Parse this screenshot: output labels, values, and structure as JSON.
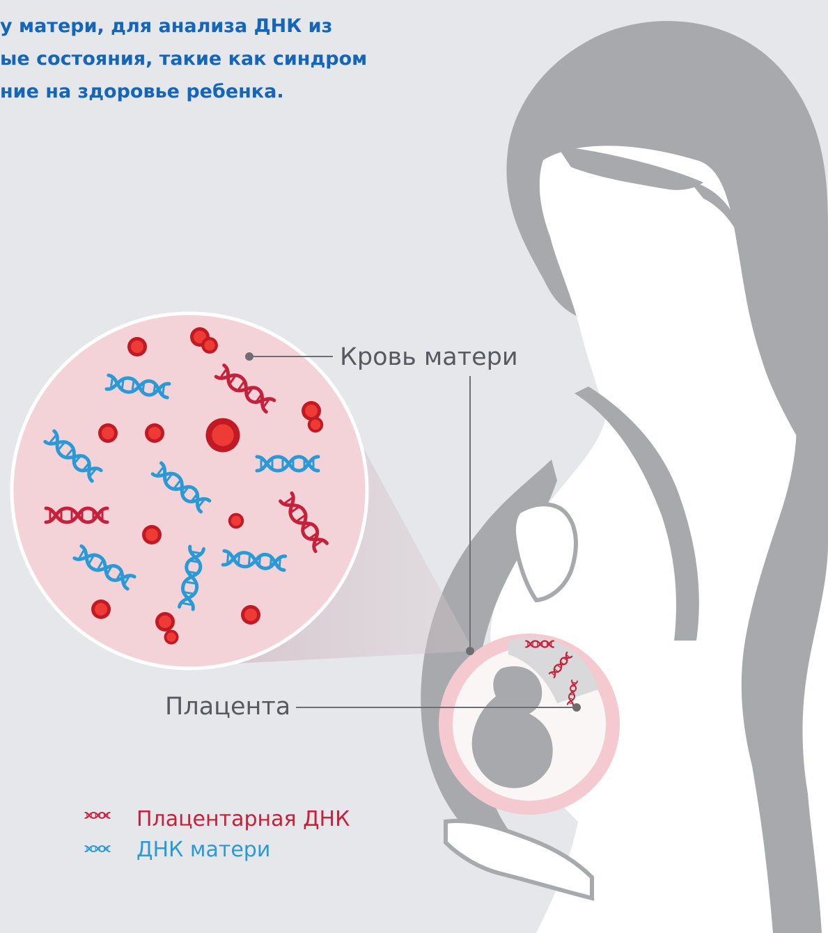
{
  "header": {
    "line1": "у матери, для анализа ДНК из",
    "line2": "ые состояния, такие как синдром",
    "line3": "ние на здоровье ребенка."
  },
  "labels": {
    "maternal_blood": "Кровь матери",
    "placenta": "Плацента"
  },
  "legend": {
    "placental_dna": "Плацентарная ДНК",
    "maternal_dna": "ДНК матери"
  },
  "colors": {
    "background": "#e5e7ea",
    "header_text": "#1565b8",
    "placental_dna": "#c6203a",
    "maternal_dna": "#2a9ad6",
    "blood_cell": "#e8322f",
    "blood_circle_fill": "#f3d3d8",
    "silhouette_dark": "#a7a9ac",
    "silhouette_light": "#ffffff"
  },
  "icons": [
    "dna-helix-icon",
    "blood-cell-icon"
  ]
}
